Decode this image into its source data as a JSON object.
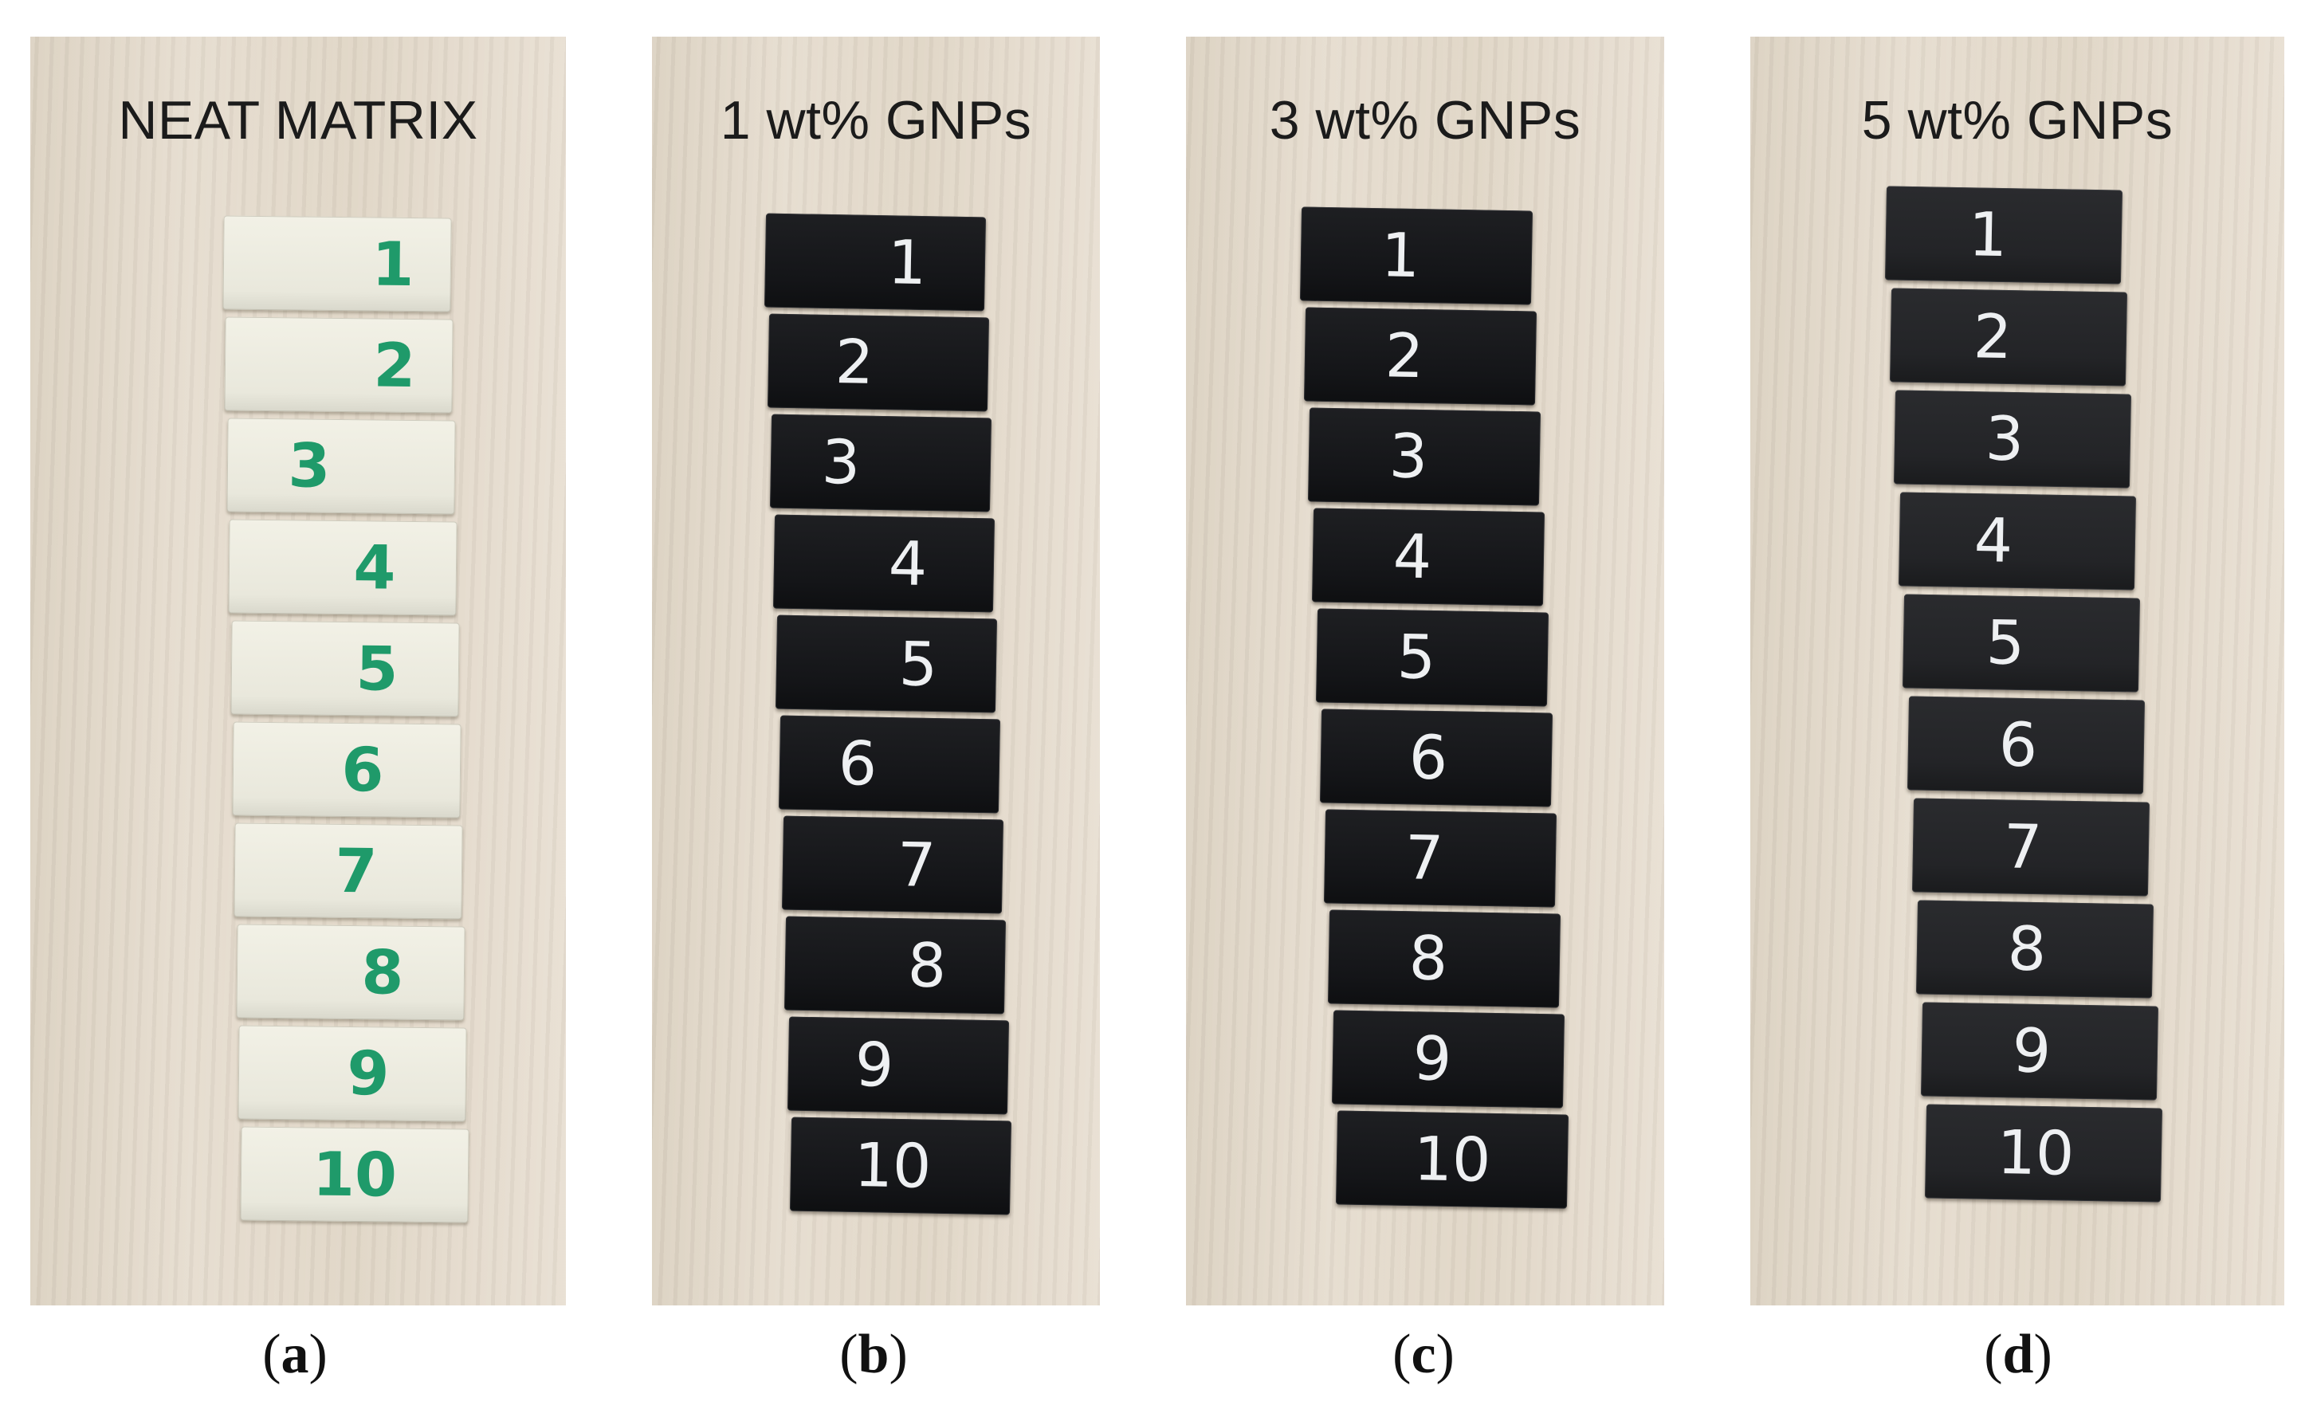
{
  "panels": [
    {
      "title": "NEAT MATRIX",
      "caption": "a",
      "style": "white",
      "numbers": [
        "1",
        "2",
        "3",
        "4",
        "5",
        "6",
        "7",
        "8",
        "9",
        "10"
      ]
    },
    {
      "title": "1 wt% GNPs",
      "caption": "b",
      "style": "black",
      "numbers": [
        "1",
        "2",
        "3",
        "4",
        "5",
        "6",
        "7",
        "8",
        "9",
        "10"
      ]
    },
    {
      "title": "3 wt% GNPs",
      "caption": "c",
      "style": "black",
      "numbers": [
        "1",
        "2",
        "3",
        "4",
        "5",
        "6",
        "7",
        "8",
        "9",
        "10"
      ]
    },
    {
      "title": "5 wt% GNPs",
      "caption": "d",
      "style": "grey",
      "numbers": [
        "1",
        "2",
        "3",
        "4",
        "5",
        "6",
        "7",
        "8",
        "9",
        "10"
      ]
    }
  ],
  "colors": {
    "background": "#e2d9ca",
    "neat_specimen": "#eeede2",
    "neat_ink": "#1f9a6a",
    "gnp_specimen": "#17181b",
    "gnp_ink": "#eef0f2"
  }
}
